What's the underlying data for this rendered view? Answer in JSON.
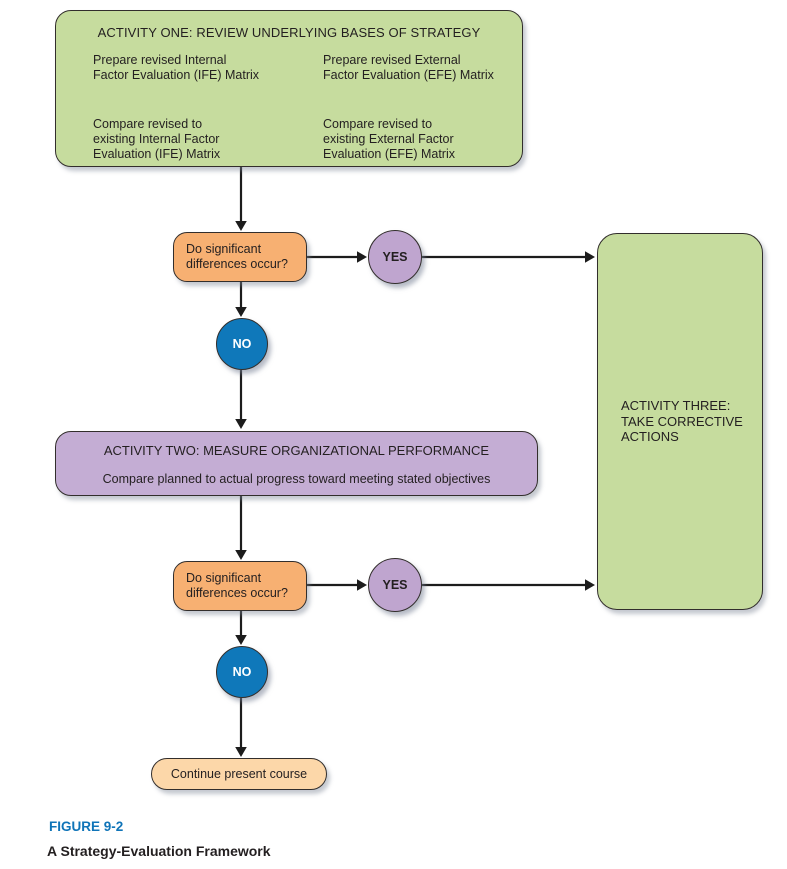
{
  "colors": {
    "green_fill": "#c6dc9e",
    "orange_fill": "#f7b072",
    "peach_fill": "#fcd7a9",
    "purple_box_fill": "#c4add4",
    "purple_circle_fill": "#bfa5cf",
    "blue_circle_fill": "#0f78ba",
    "figure_label_blue": "#0f74b8",
    "text_dark": "#231f20",
    "arrow_black": "#1c1c1c"
  },
  "activity_one": {
    "title": "ACTIVITY ONE: REVIEW UNDERLYING BASES OF STRATEGY",
    "items": [
      "Prepare revised Internal\nFactor Evaluation (IFE) Matrix",
      "Prepare revised External\nFactor Evaluation (EFE) Matrix",
      "Compare revised to\nexisting Internal Factor\nEvaluation (IFE) Matrix",
      "Compare revised to\nexisting External Factor\nEvaluation (EFE) Matrix"
    ]
  },
  "decision_one": {
    "question": "Do significant\ndifferences occur?",
    "yes_label": "YES",
    "no_label": "NO"
  },
  "activity_two": {
    "title": "ACTIVITY TWO: MEASURE ORGANIZATIONAL PERFORMANCE",
    "body": "Compare planned to actual progress toward meeting stated objectives"
  },
  "decision_two": {
    "question": "Do significant\ndifferences occur?",
    "yes_label": "YES",
    "no_label": "NO"
  },
  "activity_three": {
    "title": "ACTIVITY THREE:\nTAKE CORRECTIVE\nACTIONS"
  },
  "continue_box": {
    "label": "Continue present course"
  },
  "figure": {
    "label": "FIGURE 9-2",
    "title": "A Strategy-Evaluation Framework"
  }
}
